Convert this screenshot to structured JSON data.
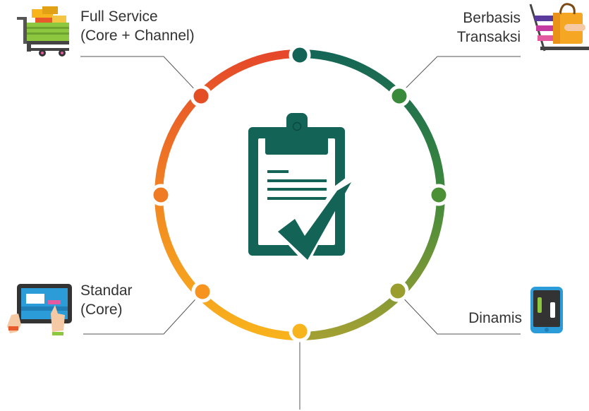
{
  "diagram": {
    "labels": {
      "full_service": {
        "line1": "Full Service",
        "line2": "(Core + Channel)"
      },
      "transaction": {
        "line1": "Berbasis",
        "line2": "Transaksi"
      },
      "standard": {
        "line1": "Standar",
        "line2": "(Core)"
      },
      "dynamic": {
        "line1": "Dinamis"
      }
    },
    "center_icon": "clipboard-check-icon",
    "corner_icons": [
      "shopping-cart-icon",
      "shopping-bag-icon",
      "tablet-touch-icon",
      "smartphone-icon"
    ],
    "colors": {
      "dark_green": "#136356",
      "green": "#4b9235",
      "olive": "#9a9e2e",
      "yellow": "#f7b41d",
      "orange": "#f08f22",
      "red_orange": "#e44e25",
      "leader_line": "#555555",
      "text": "#333333"
    }
  }
}
